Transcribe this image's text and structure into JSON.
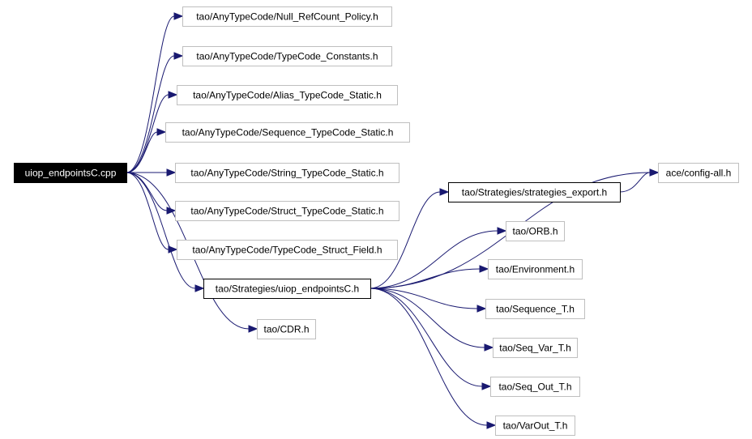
{
  "graph": {
    "nodes": [
      {
        "id": "root",
        "label": "uiop_endpointsC.cpp",
        "style": "root"
      },
      {
        "id": "null_refcount",
        "label": "tao/AnyTypeCode/Null_RefCount_Policy.h",
        "style": "plain"
      },
      {
        "id": "tc_constants",
        "label": "tao/AnyTypeCode/TypeCode_Constants.h",
        "style": "plain"
      },
      {
        "id": "alias_static",
        "label": "tao/AnyTypeCode/Alias_TypeCode_Static.h",
        "style": "plain"
      },
      {
        "id": "sequence_static",
        "label": "tao/AnyTypeCode/Sequence_TypeCode_Static.h",
        "style": "plain"
      },
      {
        "id": "string_static",
        "label": "tao/AnyTypeCode/String_TypeCode_Static.h",
        "style": "plain"
      },
      {
        "id": "struct_static",
        "label": "tao/AnyTypeCode/Struct_TypeCode_Static.h",
        "style": "plain"
      },
      {
        "id": "struct_field",
        "label": "tao/AnyTypeCode/TypeCode_Struct_Field.h",
        "style": "plain"
      },
      {
        "id": "uiop_h",
        "label": "tao/Strategies/uiop_endpointsC.h",
        "style": "boxed"
      },
      {
        "id": "cdr",
        "label": "tao/CDR.h",
        "style": "plain"
      },
      {
        "id": "strategies_export",
        "label": "tao/Strategies/strategies_export.h",
        "style": "boxed"
      },
      {
        "id": "config_all",
        "label": "ace/config-all.h",
        "style": "plain"
      },
      {
        "id": "orb",
        "label": "tao/ORB.h",
        "style": "plain"
      },
      {
        "id": "environment",
        "label": "tao/Environment.h",
        "style": "plain"
      },
      {
        "id": "sequence_t",
        "label": "tao/Sequence_T.h",
        "style": "plain"
      },
      {
        "id": "seq_var",
        "label": "tao/Seq_Var_T.h",
        "style": "plain"
      },
      {
        "id": "seq_out",
        "label": "tao/Seq_Out_T.h",
        "style": "plain"
      },
      {
        "id": "varout",
        "label": "tao/VarOut_T.h",
        "style": "plain"
      }
    ],
    "edges": [
      {
        "from": "root",
        "to": "null_refcount"
      },
      {
        "from": "root",
        "to": "tc_constants"
      },
      {
        "from": "root",
        "to": "alias_static"
      },
      {
        "from": "root",
        "to": "sequence_static"
      },
      {
        "from": "root",
        "to": "string_static"
      },
      {
        "from": "root",
        "to": "struct_static"
      },
      {
        "from": "root",
        "to": "struct_field"
      },
      {
        "from": "root",
        "to": "uiop_h"
      },
      {
        "from": "root",
        "to": "cdr"
      },
      {
        "from": "uiop_h",
        "to": "config_all"
      },
      {
        "from": "uiop_h",
        "to": "strategies_export"
      },
      {
        "from": "strategies_export",
        "to": "config_all"
      },
      {
        "from": "uiop_h",
        "to": "orb"
      },
      {
        "from": "uiop_h",
        "to": "environment"
      },
      {
        "from": "uiop_h",
        "to": "sequence_t"
      },
      {
        "from": "uiop_h",
        "to": "seq_var"
      },
      {
        "from": "uiop_h",
        "to": "seq_out"
      },
      {
        "from": "uiop_h",
        "to": "varout"
      }
    ],
    "colors": {
      "edge": "#191970",
      "node_border": "#bfbfbf",
      "root_fill": "#000000",
      "root_text": "#ffffff"
    }
  }
}
